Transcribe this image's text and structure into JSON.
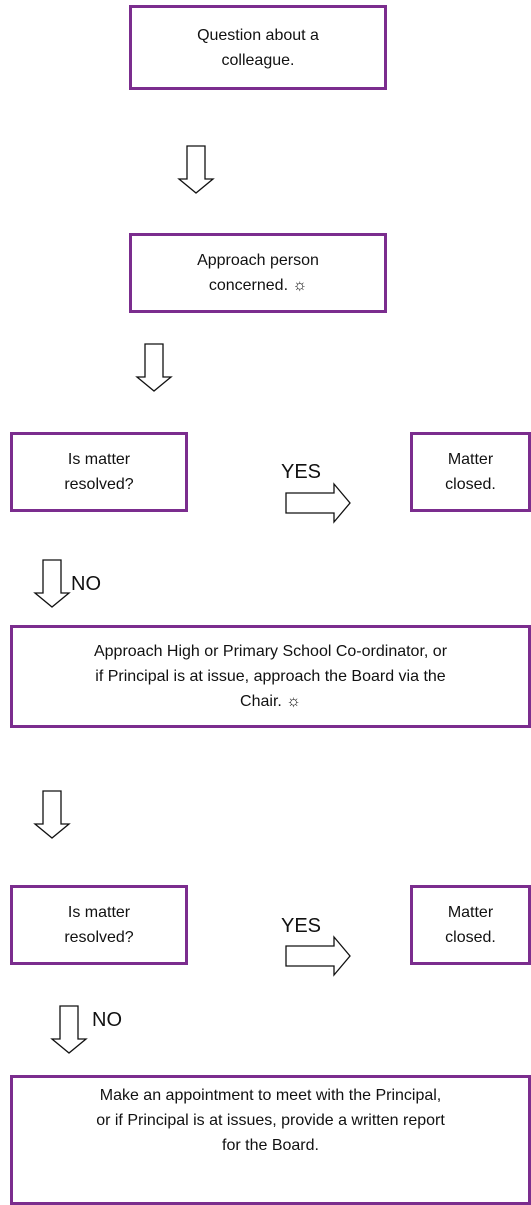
{
  "accent_color": "#7b2d8e",
  "steps": {
    "question": "Question about a\ncolleague.",
    "approach_person": "Approach person\nconcerned. ☼",
    "resolved_1": "Is matter\nresolved?",
    "closed_1": "Matter\nclosed.",
    "approach_coordinator": "Approach High or Primary School Co-ordinator, or\nif Principal is at issue, approach the Board via the\nChair. ☼",
    "resolved_2": "Is matter\nresolved?",
    "closed_2": "Matter\nclosed.",
    "appointment": "Make an appointment to meet with the Principal,\nor if Principal is at issues, provide a written report\nfor the Board."
  },
  "labels": {
    "yes_1": "YES",
    "no_1": "NO",
    "yes_2": "YES",
    "no_2": "NO"
  }
}
